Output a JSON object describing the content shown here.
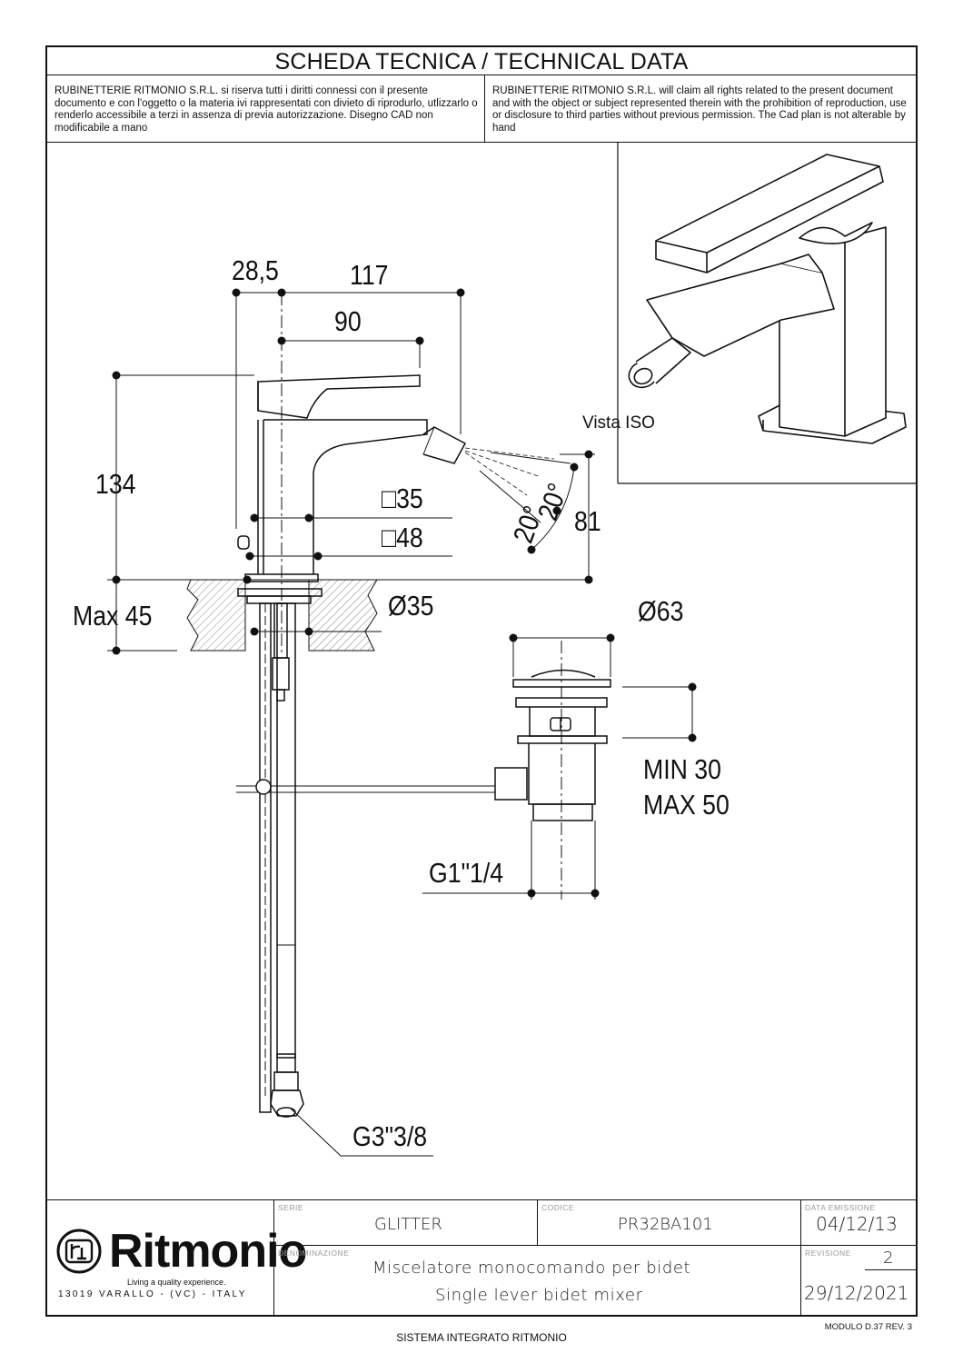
{
  "header": {
    "title": "SCHEDA TECNICA / TECHNICAL DATA",
    "legal_it": "RUBINETTERIE RITMONIO S.R.L. si riserva tutti i diritti connessi con il presente documento e con l'oggetto o la materia ivi rappresentati con divieto di riprodurlo, utlizzarlo o renderlo accessibile a terzi in assenza di previa autorizzazione. Disegno CAD non modificabile a mano",
    "legal_en": "RUBINETTERIE RITMONIO S.R.L. will claim all rights related to the present document and with the object or subject represented therein with the prohibition  of reproduction, use or disclosure to third parties without previous permission.  The Cad plan is not alterable by hand"
  },
  "dimensions": {
    "d28_5": "28,5",
    "d117": "117",
    "d90": "90",
    "d134": "134",
    "sq35": "□35",
    "sq48": "□48",
    "angle1": "20°",
    "angle2": "20°",
    "d81": "81",
    "max45": "Max 45",
    "dia35": "Ø35",
    "dia63": "Ø63",
    "min30": "MIN 30",
    "max50": "MAX 50",
    "g114": "G1\"1/4",
    "g38": "G3\"3/8"
  },
  "iso_view": {
    "label": "Vista ISO"
  },
  "title_block": {
    "logo_name": "Ritmonio",
    "logo_tagline": "Living a quality experience.",
    "logo_address": "13019 VARALLO - (VC) - ITALY",
    "serie_label": "SERIE",
    "serie_value": "GLITTER",
    "codice_label": "CODICE",
    "codice_value": "PR32BA101",
    "data_emissione_label": "DATA EMISSIONE",
    "data_emissione_value": "04/12/13",
    "denominazione_label": "DENOMINAZIONE",
    "denominazione_it": "Miscelatore monocomando per bidet",
    "denominazione_en": "Single lever bidet mixer",
    "revisione_label": "REVISIONE",
    "revisione_value": "2",
    "revisione_date": "29/12/2021"
  },
  "footer": {
    "system": "SISTEMA INTEGRATO RITMONIO",
    "module": "MODULO D.37 REV. 3"
  }
}
